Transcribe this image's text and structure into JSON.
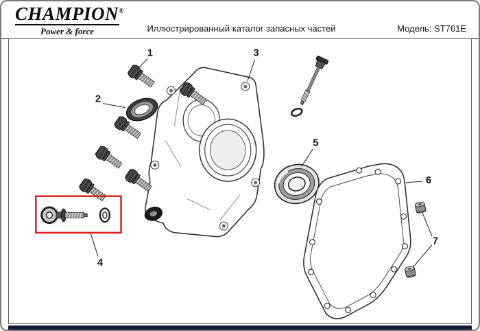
{
  "header": {
    "brand": "CHAMPION",
    "brand_reg": "®",
    "tagline": "Power & force",
    "title": "Иллюстрированный каталог запасных частей",
    "model": "Модель: ST761E"
  },
  "diagram": {
    "highlight_color": "#e01b1b",
    "callouts": [
      {
        "label": "1"
      },
      {
        "label": "2"
      },
      {
        "label": "3"
      },
      {
        "label": "4"
      },
      {
        "label": "5"
      },
      {
        "label": "6"
      },
      {
        "label": "7"
      }
    ]
  }
}
